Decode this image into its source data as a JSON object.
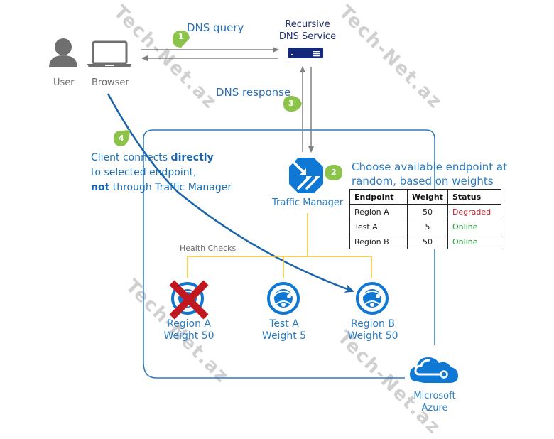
{
  "actors": {
    "user": {
      "label": "User"
    },
    "browser": {
      "label": "Browser"
    }
  },
  "dns_service": {
    "label_line1": "Recursive",
    "label_line2": "DNS Service"
  },
  "steps": [
    {
      "number": "1",
      "label": "DNS query"
    },
    {
      "number": "2",
      "label": "Choose available endpoint at random, based on weights"
    },
    {
      "number": "3",
      "label": "DNS response"
    },
    {
      "number": "4",
      "label": "Client connects directly to selected endpoint, not through Traffic Manager"
    }
  ],
  "callout4": {
    "line1_pre": "Client connects ",
    "line1_bold": "directly",
    "line2": "to selected endpoint,",
    "line3_bold": "not",
    "line3_post": " through Traffic Manager"
  },
  "callout2": {
    "line1": "Choose available endpoint at",
    "line2": "random, based on weights"
  },
  "traffic_manager": {
    "label": "Traffic Manager"
  },
  "health_checks": {
    "label": "Health Checks"
  },
  "endpoint_table": {
    "headers": [
      "Endpoint",
      "Weight",
      "Status"
    ],
    "rows": [
      {
        "endpoint": "Region A",
        "weight": "50",
        "status": "Degraded",
        "status_color": "#c0272d"
      },
      {
        "endpoint": "Test A",
        "weight": "5",
        "status": "Online",
        "status_color": "#2e9e3e"
      },
      {
        "endpoint": "Region B",
        "weight": "50",
        "status": "Online",
        "status_color": "#2e9e3e"
      }
    ]
  },
  "endpoints": [
    {
      "name": "Region A",
      "weight_label": "Weight 50",
      "failed": true,
      "icon": "web-app-globe-icon"
    },
    {
      "name": "Test A",
      "weight_label": "Weight 5",
      "failed": false,
      "icon": "web-app-globe-icon"
    },
    {
      "name": "Region B",
      "weight_label": "Weight 50",
      "failed": false,
      "icon": "web-app-globe-icon"
    }
  ],
  "azure": {
    "line1": "Microsoft",
    "line2": "Azure"
  },
  "watermark": {
    "text": "Tech-Net.az"
  },
  "colors": {
    "azure_blue": "#0f78d4",
    "step_green": "#8cc34a",
    "arrow_gray": "#808080",
    "health_line": "#f2c12e",
    "fail_red": "#c0181e",
    "dns_navy": "#14287a",
    "container_blue": "#2a7bc4"
  }
}
